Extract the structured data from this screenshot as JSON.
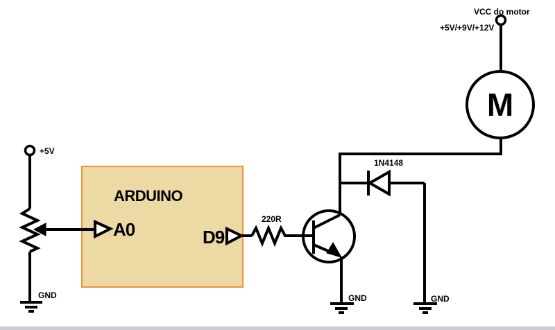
{
  "page": {
    "background": "#ffffff",
    "bottom_edge_color": "#c9ccd2"
  },
  "power": {
    "vcc_motor_title": "VCC do motor",
    "vcc_motor_voltages": "+5V/+9V/+12V",
    "pot_supply_label": "+5V"
  },
  "grounds": {
    "pot_label": "GND",
    "emitter_label": "GND",
    "diode_label": "GND"
  },
  "arduino": {
    "title": "ARDUINO",
    "box_fill": "#ecd9a3",
    "box_border": "#f0913c",
    "title_color": "#f68b45",
    "pin_a0_label": "A0",
    "pin_a0_color": "#e8112d",
    "pin_d9_label": "D9",
    "pin_d9_color": "#1fa8e0"
  },
  "components": {
    "resistor_label": "220R",
    "resistor_label_color": "#22b14c",
    "diode_label": "1N4148",
    "motor_label": "M"
  }
}
